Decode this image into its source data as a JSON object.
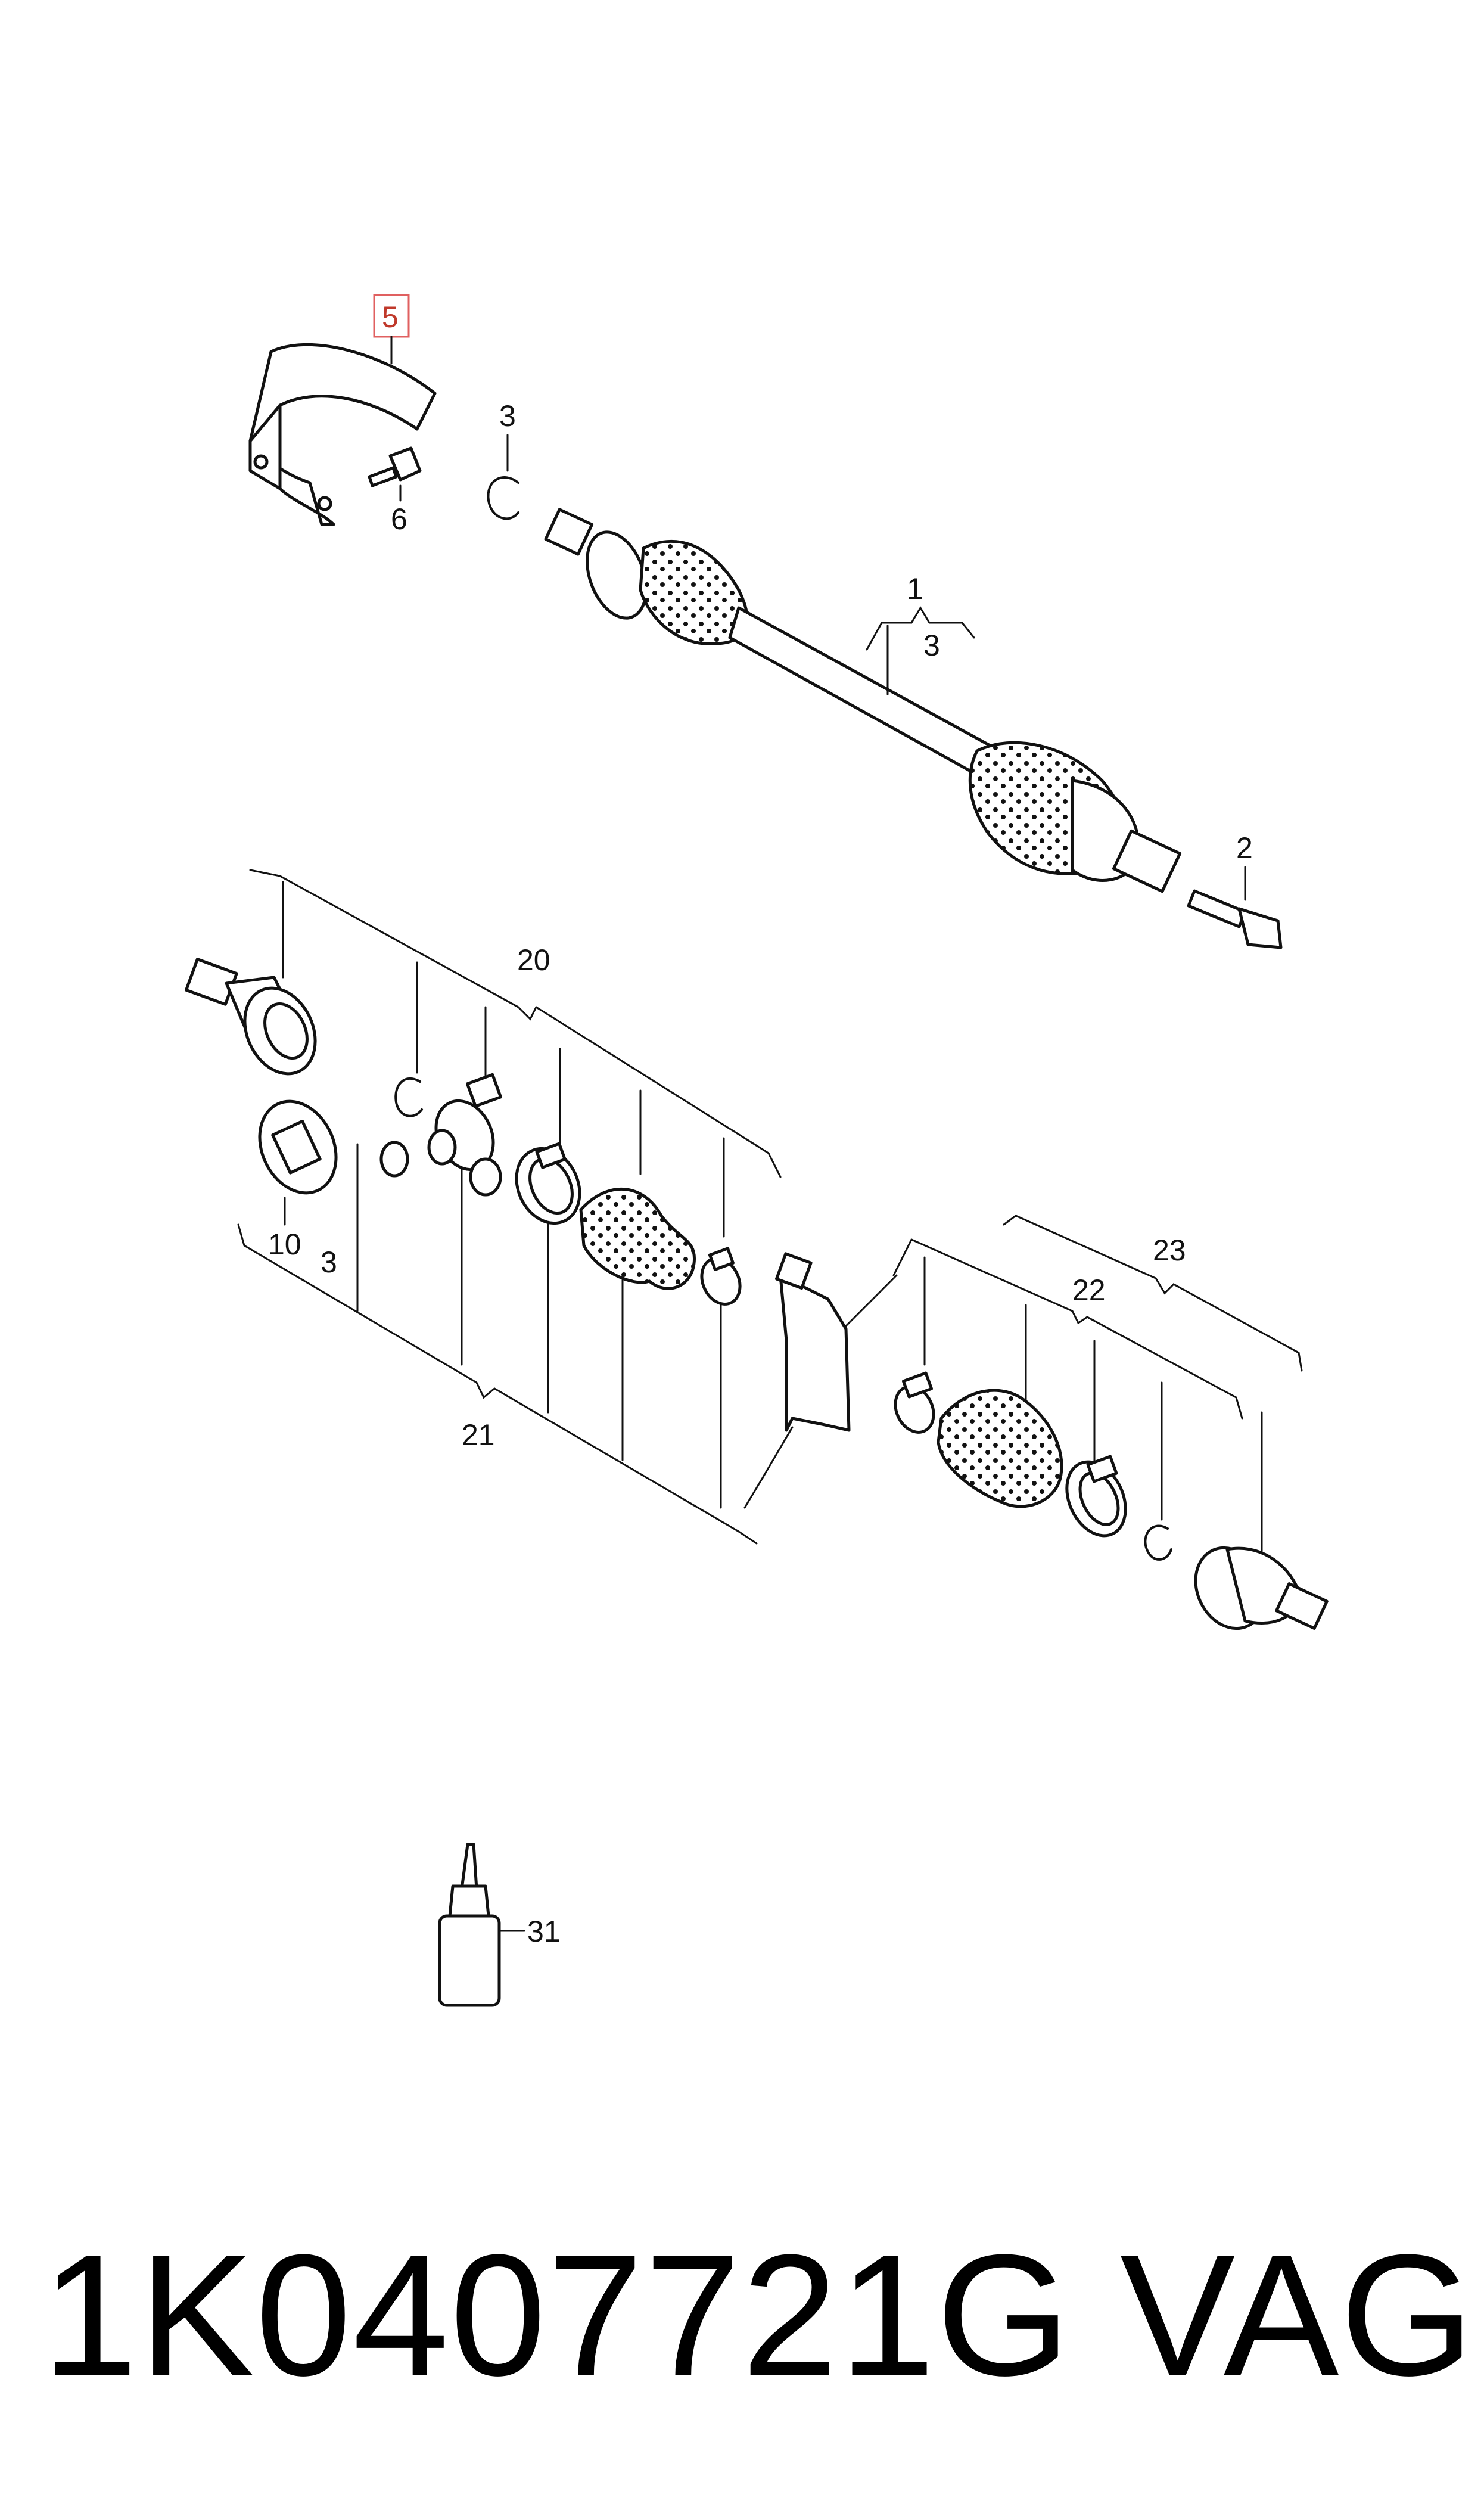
{
  "callouts": {
    "c1": "1",
    "c2": "2",
    "c3a": "3",
    "c3b": "3",
    "c3c": "3",
    "c5": "5",
    "c6": "6",
    "c10": "10",
    "c20": "20",
    "c21": "21",
    "c22": "22",
    "c23": "23",
    "c31": "31"
  },
  "highlighted_callout": "5",
  "highlight_color": "#e06060",
  "footer": {
    "part_number": "1K0407721G",
    "brand": "VAG"
  }
}
